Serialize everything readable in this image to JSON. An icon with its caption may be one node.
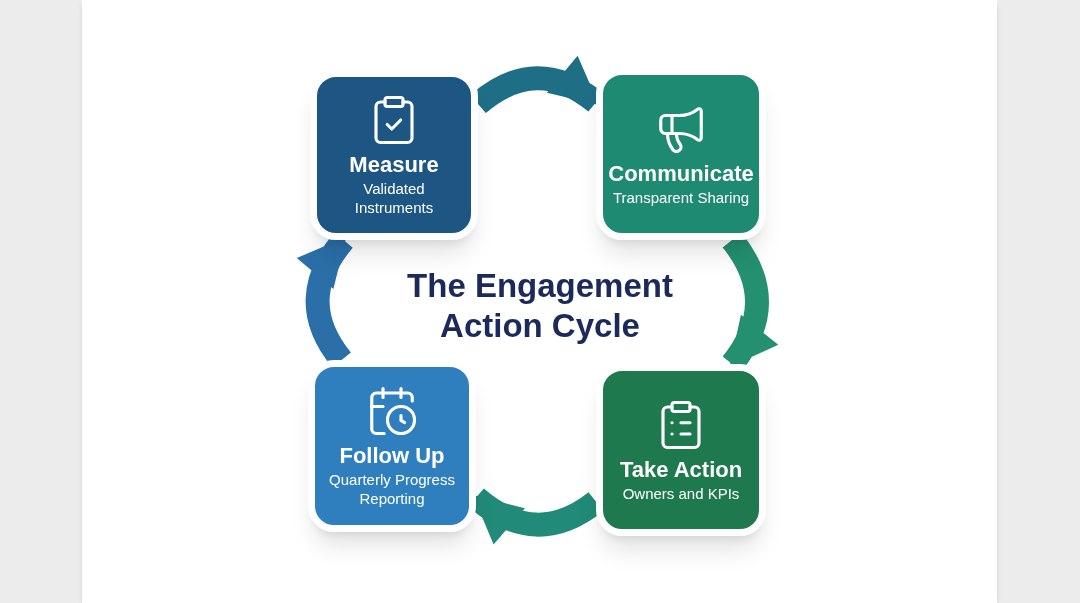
{
  "diagram": {
    "title": "The Engagement Action Cycle",
    "nodes": [
      {
        "text": [
          "Measure",
          "Validated Instruments"
        ]
      },
      {
        "text": [
          "Communicate",
          "Transparent Sharing"
        ]
      },
      {
        "text": [
          "Follow Up",
          "Quarterly Progress Reporting"
        ]
      },
      {
        "text": [
          "Take Action",
          "Owners and KPIs"
        ]
      }
    ],
    "edges": [
      {
        "from": 0,
        "to": 1,
        "arrow": "to"
      },
      {
        "from": 1,
        "to": 3,
        "arrow": "to"
      },
      {
        "from": 3,
        "to": 2,
        "arrow": "to"
      },
      {
        "from": 2,
        "to": 0,
        "arrow": "to"
      }
    ]
  }
}
